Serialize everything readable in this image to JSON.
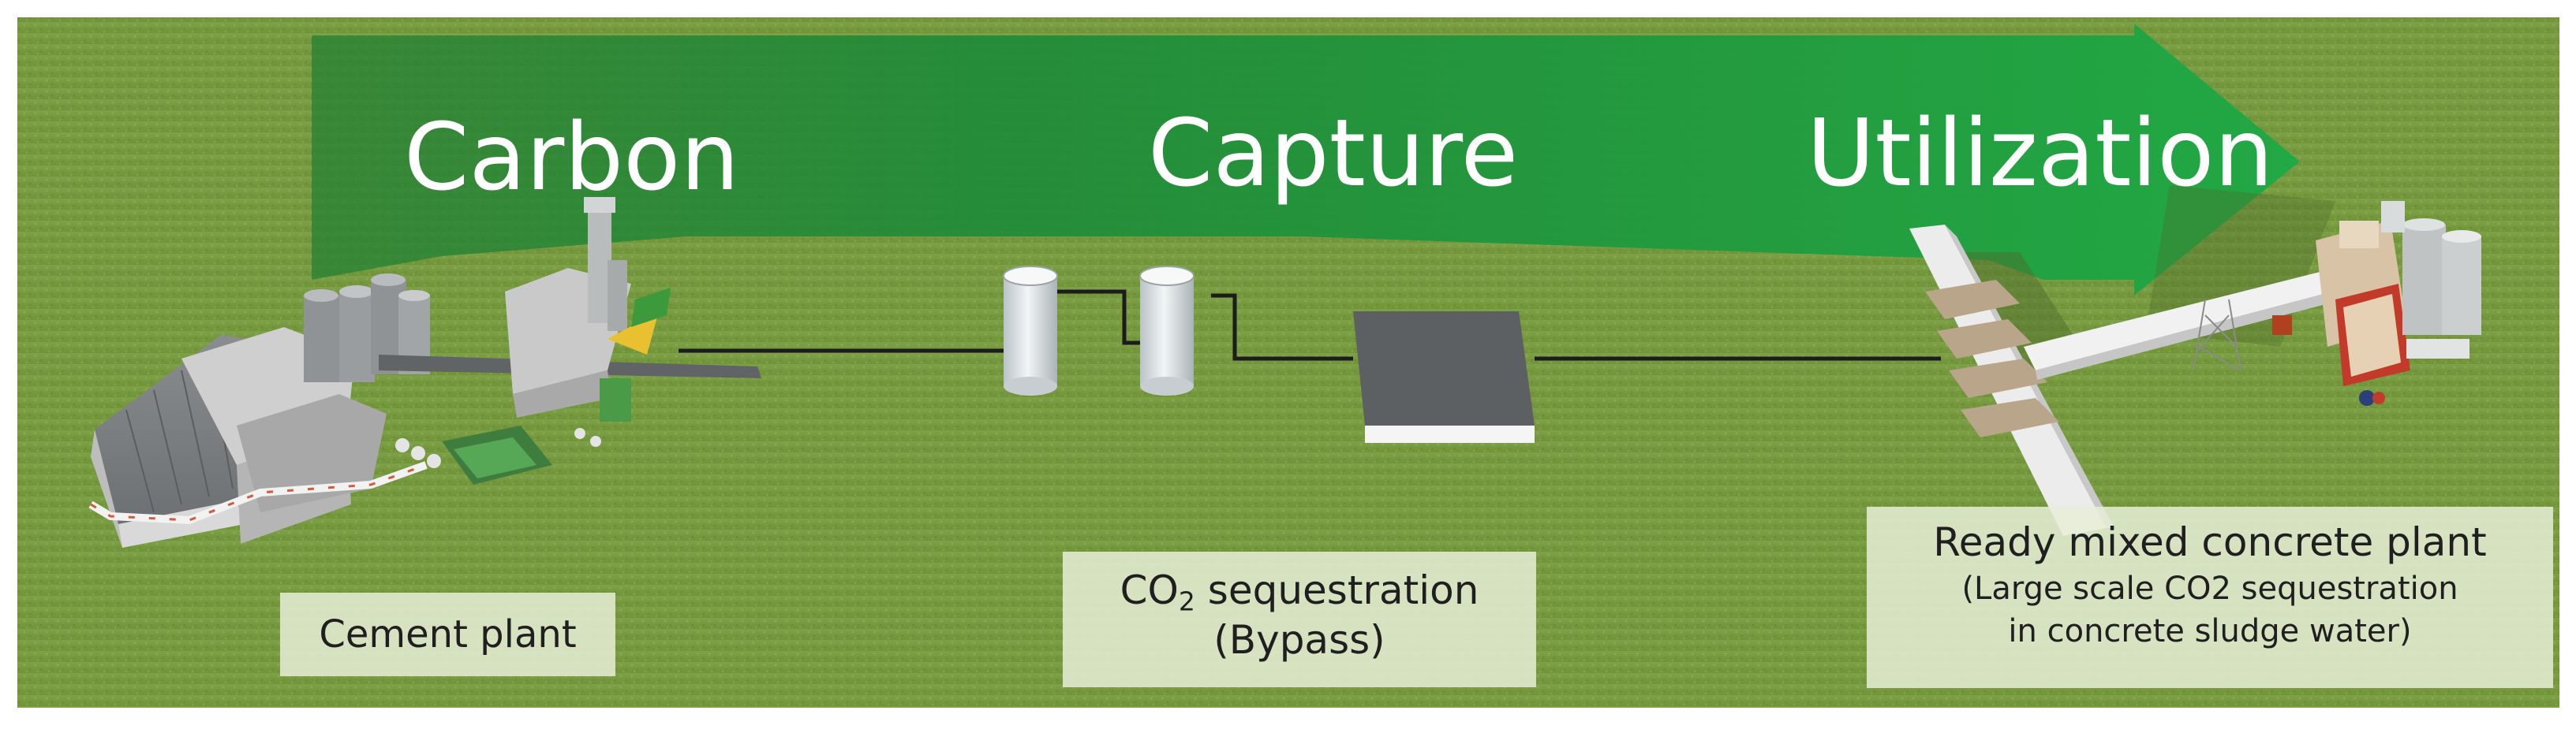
{
  "banner": {
    "words": [
      "Carbon",
      "Capture",
      "Utilization"
    ],
    "color": "#1f9a3e"
  },
  "captions": {
    "cement_plant": "Cement plant",
    "co2_sequestration_prefix": "CO",
    "co2_sequestration_subscript": "2",
    "co2_sequestration_suffix": " sequestration",
    "co2_bypass": "(Bypass)",
    "ready_mixed_title": "Ready mixed concrete plant",
    "ready_mixed_line2": "(Large scale CO2 sequestration",
    "ready_mixed_line3": "in concrete sludge water)"
  },
  "colors": {
    "grass": "#7fa04c",
    "grass_dark": "#5f8a37",
    "caption_bg": "#e6edd6",
    "pipe": "#222222"
  }
}
